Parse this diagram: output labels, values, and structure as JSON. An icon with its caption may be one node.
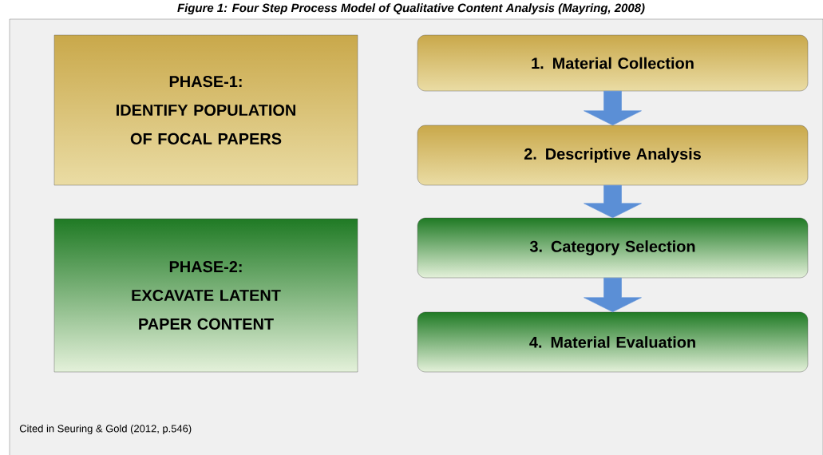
{
  "diagram": {
    "title": "Figure 1: Four Step Process Model of Qualitative Content Analysis (Mayring, 2008)",
    "nodes": [
      {
        "text": [
          "PHASE-1:",
          "IDENTIFY POPULATION OF FOCAL PAPERS"
        ]
      },
      {
        "text": [
          "PHASE-2:",
          "EXCAVATE LATENT PAPER CONTENT"
        ]
      },
      {
        "text": [
          "1.  Material Collection"
        ]
      },
      {
        "text": [
          "2. Descriptive Analysis"
        ]
      },
      {
        "text": [
          "3.  Category Selection"
        ]
      },
      {
        "text": [
          "4.  Material Evaluation"
        ]
      }
    ],
    "edges": [
      {
        "from": 2,
        "to": 3,
        "arrow": "to"
      },
      {
        "from": 3,
        "to": 4,
        "arrow": "to"
      },
      {
        "from": 4,
        "to": 5,
        "arrow": "to"
      }
    ],
    "labels": [
      "Cited in Seuring & Gold (2012, p.546)"
    ]
  }
}
